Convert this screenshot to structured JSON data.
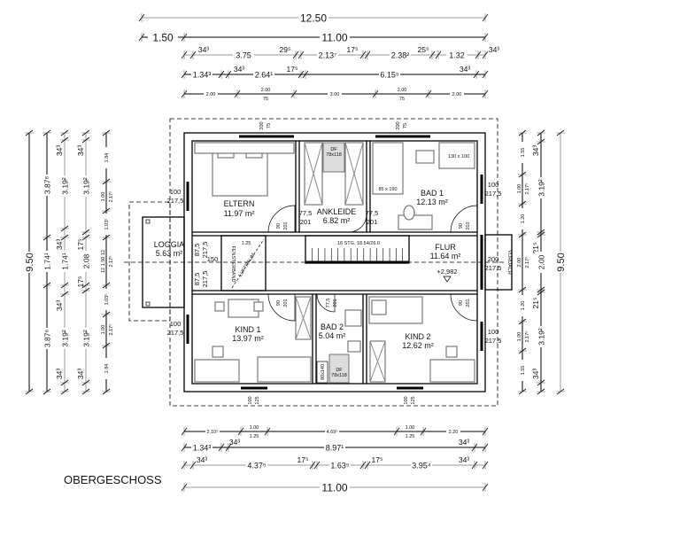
{
  "title": "OBERGESCHOSS",
  "rooms": {
    "eltern": {
      "name": "ELTERN",
      "area": "11.97 m²"
    },
    "ankleide": {
      "name": "ANKLEIDE",
      "area": "6.82 m²"
    },
    "bad1": {
      "name": "BAD 1",
      "area": "12.13 m²"
    },
    "flur": {
      "name": "FLUR",
      "area": "11.64 m²"
    },
    "loggia": {
      "name": "LOGGIA",
      "area": "5.63 m²"
    },
    "kind1": {
      "name": "KIND 1",
      "area": "13.97 m²"
    },
    "bad2": {
      "name": "BAD 2",
      "area": "5.04 m²"
    },
    "kind2": {
      "name": "KIND 2",
      "area": "12.62 m²"
    }
  },
  "annotations": {
    "stairs": "16 STG. 18.54/26.0",
    "level": "+2,982",
    "skylight_label": "DF",
    "skylight_size": "78x118",
    "shower": "130 x 100",
    "bathtub": "85 x 190",
    "shower2": "80x140",
    "void": "LUFTRAUM",
    "window_band": "FENSTERBAND",
    "void_width": "1.25",
    "canopy": "VORDACH"
  },
  "openings": {
    "w100": "100",
    "w200": "200",
    "w150": "150",
    "h2175": "217,5",
    "h875": "87,5",
    "h75": "75",
    "h125": "125",
    "d90": "90",
    "d775": "77,5",
    "h201": "201"
  },
  "dims": {
    "top": {
      "r1": [
        "12.50"
      ],
      "r2": [
        "1.50",
        "11.00"
      ],
      "r3": [
        "34³",
        "3.75",
        "29⁵",
        "2.13⁷",
        "17⁵",
        "2.38²",
        "25⁵",
        "1.32",
        "34³"
      ],
      "r4": [
        "1.34³",
        "34³",
        "2.64¹",
        "17⁵",
        "6.15⁵",
        "34³"
      ],
      "r5": [
        "2.00",
        "2.00",
        "75",
        "3.00",
        "2.00",
        "75",
        "2.00"
      ]
    },
    "bottom": {
      "r1": [
        "2.10⁵",
        "1.00",
        "1.25",
        "4.69⁵",
        "1.00",
        "1.25",
        "2.20"
      ],
      "r2": [
        "1.34³",
        "34³",
        "8.97¹",
        "34³"
      ],
      "r3": [
        "34³",
        "4.37⁵",
        "17⁵",
        "1.63⁵",
        "17⁵",
        "3.95⁴",
        "34³"
      ],
      "r4": [
        "11.00"
      ]
    },
    "left": {
      "c1": [
        "9.50"
      ],
      "c2": [
        "3.87⁸",
        "1.74¹",
        "3.87⁸"
      ],
      "c3": [
        "34³",
        "3.19²",
        "34³",
        "1.74¹",
        "34³",
        "3.19²",
        "34³"
      ],
      "c4": [
        "34³",
        "3.19²",
        "17⁵",
        "2.08",
        "17⁵",
        "3.19²",
        "34³"
      ],
      "c5": [
        "1.84",
        "1.00",
        "2.17⁵",
        "1.03⁵",
        "12 1.50 12",
        "2.17⁵",
        "1.03⁵",
        "1.00",
        "2.17⁵",
        "1.84"
      ]
    },
    "right": {
      "c1": [
        "1.55",
        "1.00",
        "2.17⁵",
        "1.20",
        "2.00",
        "2.17⁵",
        "1.20",
        "1.00",
        "2.17⁵",
        "1.55"
      ],
      "c2": [
        "34³",
        "3.19²",
        "21⁵",
        "2.00",
        "21⁵",
        "3.19²",
        "34³"
      ],
      "c3": [
        "9.50"
      ]
    }
  }
}
